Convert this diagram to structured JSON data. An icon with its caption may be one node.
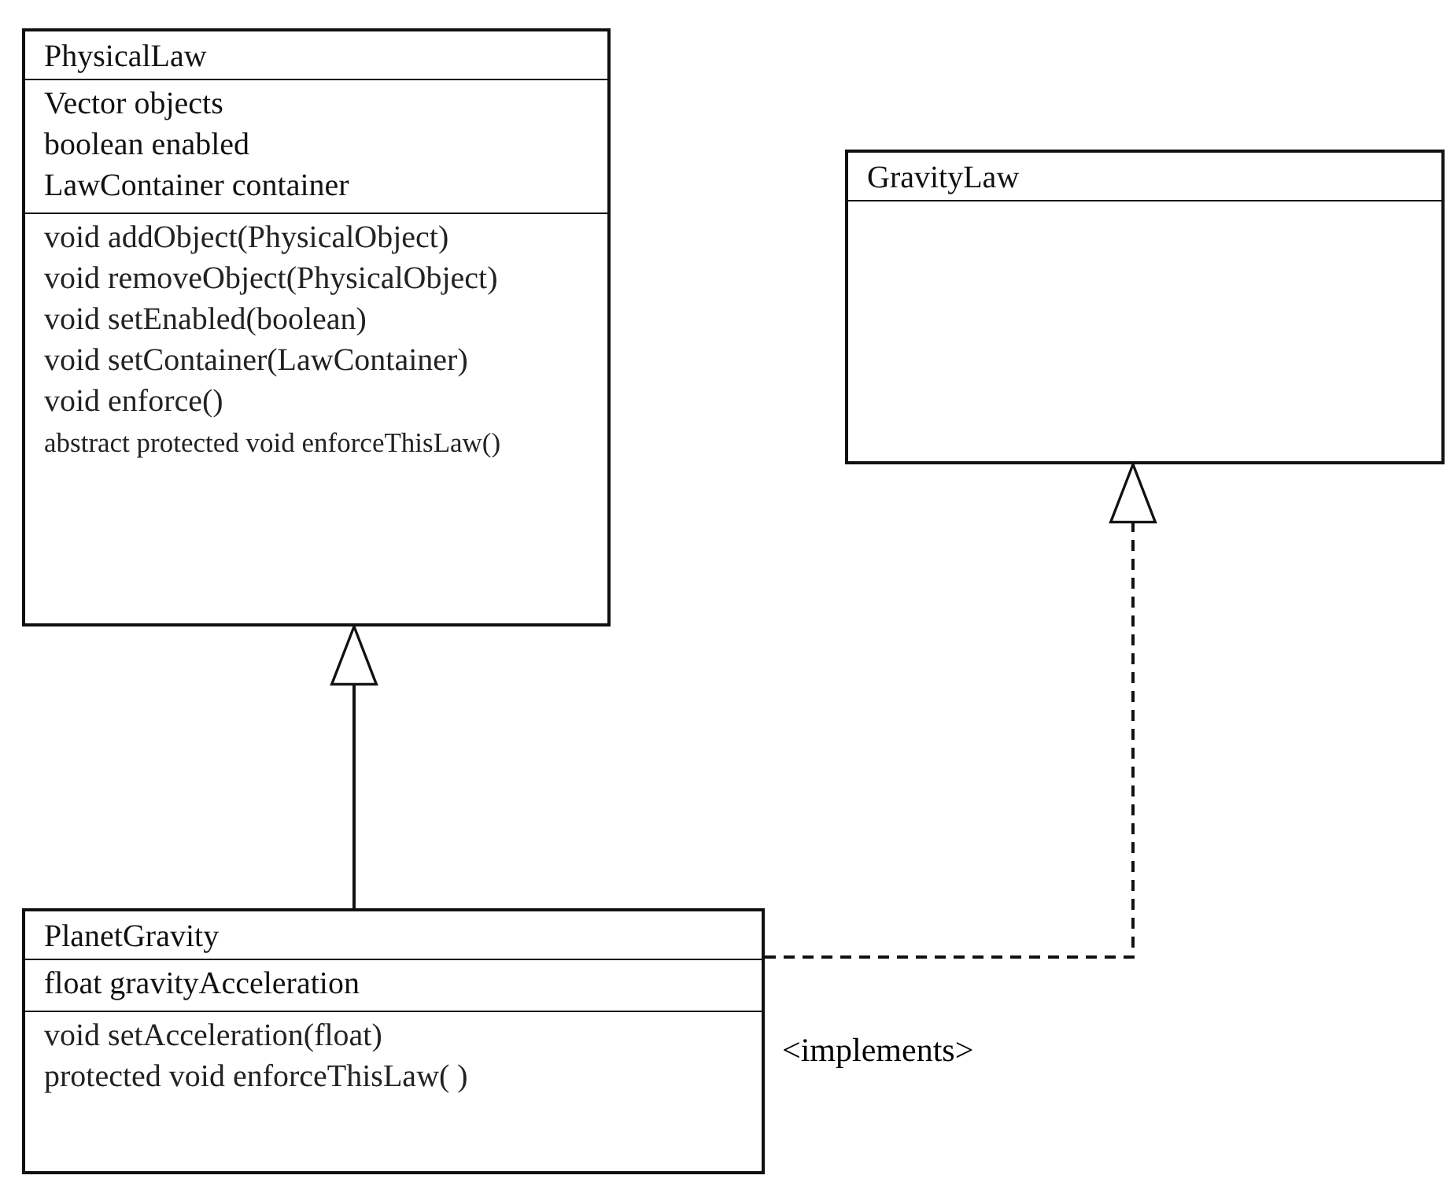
{
  "diagram": {
    "nodes": [
      {
        "text": [
          "PhysicalLaw"
        ]
      },
      {
        "text": [
          "Vector objects",
          "boolean enabled",
          "LawContainer container"
        ],
        "in": 0
      },
      {
        "text": [
          "void addObject(PhysicalObject)",
          "void removeObject(PhysicalObject)",
          "void setEnabled(boolean)",
          "void setContainer(LawContainer)",
          "void enforce()",
          "abstract protected void enforceThisLaw()"
        ],
        "in": 0
      },
      {
        "text": [
          "GravityLaw"
        ]
      },
      {
        "text": [],
        "shape": "box",
        "in": 3
      },
      {
        "text": [
          "PlanetGravity"
        ]
      },
      {
        "text": [
          "float gravityAcceleration"
        ],
        "in": 5
      },
      {
        "text": [
          "void setAcceleration(float)",
          "protected void enforceThisLaw( )"
        ],
        "in": 5
      }
    ],
    "edges": [
      {
        "from": 5,
        "to": 0,
        "arrow": "to"
      },
      {
        "from": 5,
        "to": 3,
        "arrow": "to",
        "style": "dashed",
        "label": "<implements>"
      }
    ]
  }
}
